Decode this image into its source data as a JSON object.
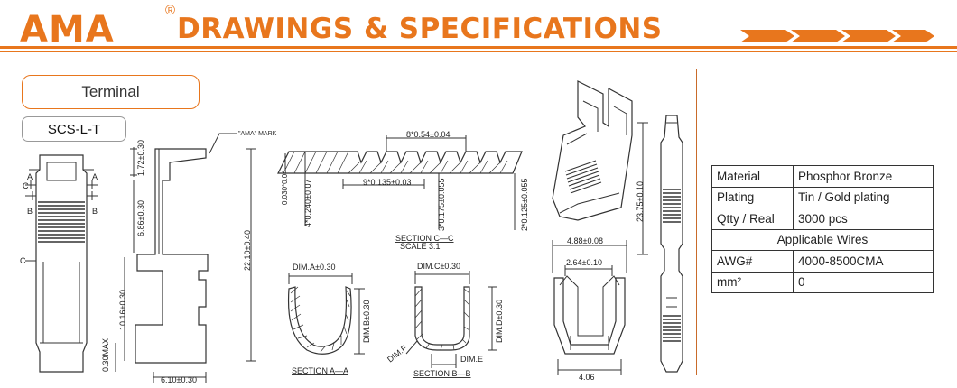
{
  "header": {
    "brand": "AMA",
    "registered": "®",
    "title": "DRAWINGS & SPECIFICATIONS"
  },
  "colors": {
    "accent": "#e8761d",
    "text": "#222222",
    "line": "#333333"
  },
  "category_label": "Terminal",
  "model": "SCS-L-T",
  "drawing": {
    "mark_label": "\"AMA\" MARK",
    "side_view": {
      "c_top": "C",
      "a_left": "A",
      "a_right": "A",
      "b_left": "B",
      "b_right": "B",
      "c_mid": "C"
    },
    "dims_front": {
      "d1": "1.72±0.30",
      "d2": "6.86±0.30",
      "d3": "22.10±0.40",
      "d4": "10.16±0.30",
      "d5": "0.30MAX",
      "d6": "6.10±0.30"
    },
    "section_cc": {
      "d1": "8*0.54±0.04",
      "d2": "0.030*0.04",
      "d3": "4*0.240±0.07",
      "d4": "9*0.135±0.03",
      "d5": "3*0.175±0.055",
      "d6": "2*0.125±0.055",
      "title": "SECTION  C—C",
      "scale": "SCALE  3:1"
    },
    "section_aa": {
      "dim_a": "DIM.A±0.30",
      "dim_b": "DIM.B±0.30",
      "title": "SECTION  A—A"
    },
    "section_bb": {
      "dim_c": "DIM.C±0.30",
      "dim_d": "DIM.D±0.30",
      "dim_e": "DIM.E",
      "dim_f": "DIM.F",
      "title": "SECTION  B—B"
    },
    "end_view": {
      "d1": "4.88±0.08",
      "d2": "2.64±0.10",
      "d3": "4.06"
    },
    "long_view": {
      "d1": "23.75±0.10"
    }
  },
  "specs": {
    "material_label": "Material",
    "material_value": "Phosphor Bronze",
    "plating_label": "Plating",
    "plating_value": "Tin / Gold plating",
    "qty_label": "Qtty / Real",
    "qty_value": "3000 pcs",
    "wires_header": "Applicable Wires",
    "awg_label": "AWG#",
    "awg_value": "4000-8500CMA",
    "mm_label": "mm²",
    "mm_value": "0"
  }
}
